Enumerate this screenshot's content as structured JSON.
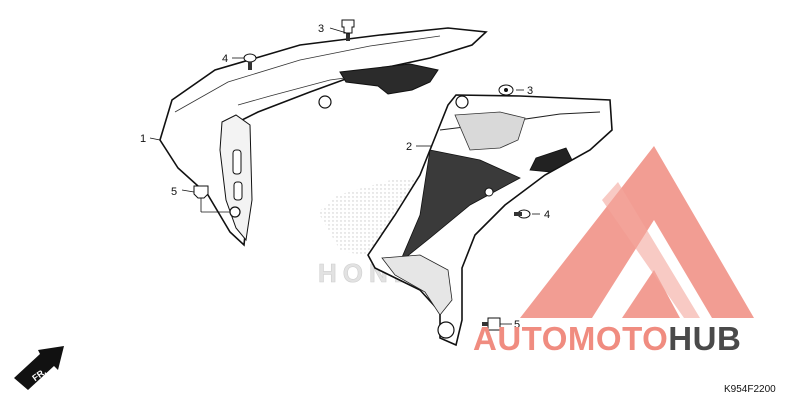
{
  "diagram": {
    "callouts": [
      {
        "id": "c1",
        "label": "1"
      },
      {
        "id": "c2",
        "label": "2"
      },
      {
        "id": "c3a",
        "label": "3"
      },
      {
        "id": "c3b",
        "label": "3"
      },
      {
        "id": "c4a",
        "label": "4"
      },
      {
        "id": "c4b",
        "label": "4"
      },
      {
        "id": "c5a",
        "label": "5"
      },
      {
        "id": "c5b",
        "label": "5"
      }
    ],
    "direction_label": "FR.",
    "part_code": "K954F2200",
    "watermark_text": "HONDA"
  },
  "logo": {
    "word_auto": "AUTO",
    "word_moto": "MOTO",
    "word_hub": "HUB",
    "accent_color": "#f08c80",
    "dark_color": "#4a4a4a"
  }
}
